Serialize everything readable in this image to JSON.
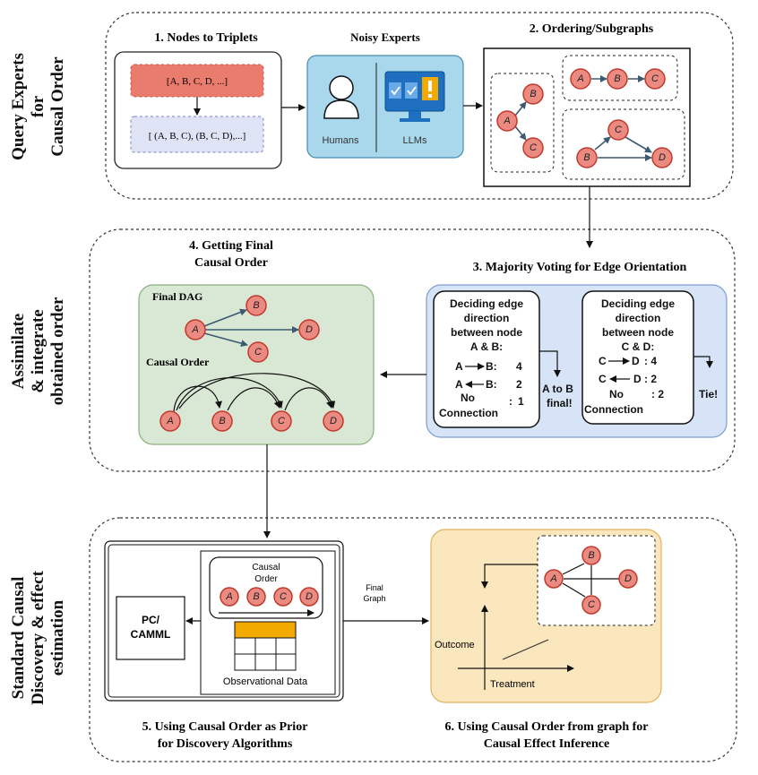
{
  "section_labels": {
    "s1": [
      "Query Experts",
      "for",
      "Causal Order"
    ],
    "s2": [
      "Assimilate",
      "& integrate",
      "obtained order"
    ],
    "s3": [
      "Standard Causal",
      "Discovery & effect",
      "estimation"
    ]
  },
  "step1": {
    "title": "1. Nodes to Triplets",
    "nodes_box": "[A, B, C, D, ...]",
    "triplets_box": "[ (A, B, C), (B, C, D),...]"
  },
  "experts": {
    "title": "Noisy Experts",
    "humans": "Humans",
    "llms": "LLMs"
  },
  "step2": {
    "title": "2. Ordering/Subgraphs"
  },
  "step3": {
    "title": "3. Majority Voting for Edge Orientation",
    "left": {
      "head": [
        "Deciding edge",
        "direction",
        "between node"
      ],
      "pair": "A & B:",
      "r1_a": "A",
      "r1_b": "B:",
      "r1_v": "4",
      "r2_a": "A",
      "r2_b": "B:",
      "r2_v": "2",
      "no": "No",
      "colon": ":",
      "no_v": "1",
      "conn": "Connection",
      "result": [
        "A to B",
        "final!"
      ]
    },
    "right": {
      "head": [
        "Deciding edge",
        "direction",
        "between node"
      ],
      "pair": "C & D:",
      "r1_a": "C",
      "r1_b": "D",
      "r1_v": ":  4",
      "r2_a": "C",
      "r2_b": "D",
      "r2_v": ": 2",
      "no": "No",
      "no_v": ":  2",
      "conn": "Connection",
      "result": "Tie!"
    }
  },
  "step4": {
    "title": [
      "4. Getting Final",
      "Causal Order"
    ],
    "dag_label": "Final DAG",
    "order_label": "Causal Order"
  },
  "step5": {
    "algo": [
      "PC/",
      "CAMML"
    ],
    "causal_order": [
      "Causal",
      "Order"
    ],
    "obs_data": "Observational Data",
    "caption": [
      "5. Using Causal Order as Prior",
      "for Discovery Algorithms"
    ]
  },
  "final_graph": [
    "Final",
    "Graph"
  ],
  "step6": {
    "outcome": "Outcome",
    "treatment": "Treatment",
    "caption": [
      "6. Using Causal Order from graph for",
      "Causal Effect Inference"
    ]
  },
  "nodes": {
    "A": "A",
    "B": "B",
    "C": "C",
    "D": "D"
  },
  "colors": {
    "node_fill": "#ea8a80",
    "node_stroke": "#c0392b",
    "nodes_box": "#ea7c6e",
    "triplets_box": "#dfe3f6",
    "experts_box": "#a9d8ec",
    "dag_box": "#d9e8d4",
    "voting_box": "#d7e3f6",
    "effect_box": "#fbe7bd",
    "table_header": "#f2a900"
  }
}
